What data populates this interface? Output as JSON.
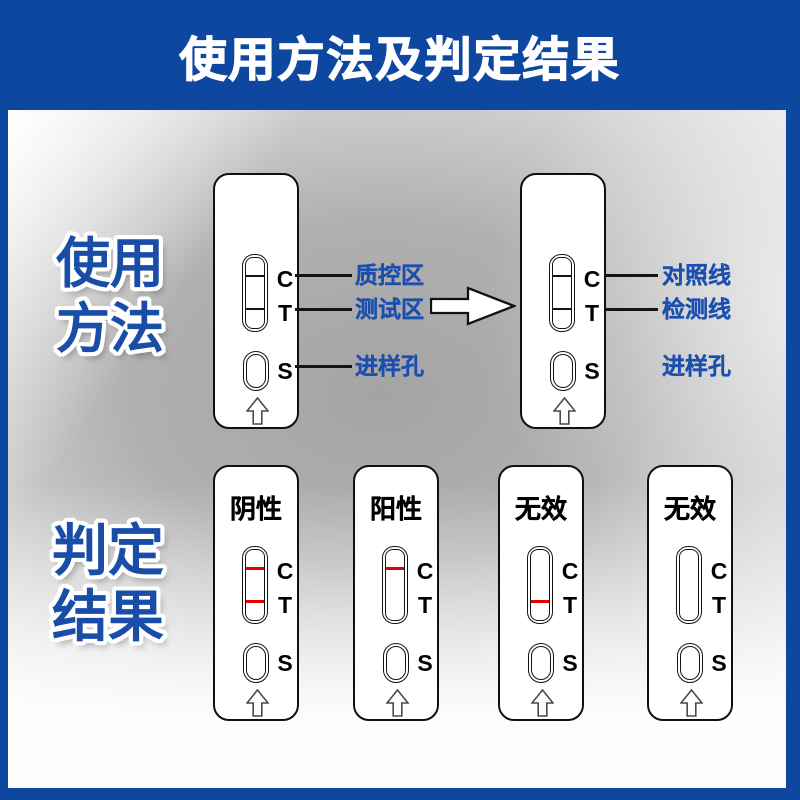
{
  "colors": {
    "frame": "#0e479f",
    "label_blue": "#1c4fae",
    "side_blue": "#1a4da8",
    "red": "#e60000"
  },
  "header": {
    "title": "使用方法及判定结果"
  },
  "usage": {
    "side_lines": [
      "使用",
      "方法"
    ],
    "letters": {
      "c": "C",
      "t": "T",
      "s": "S"
    },
    "annotations_left": {
      "c": "质控区",
      "t": "测试区",
      "s": "进样孔"
    },
    "annotations_right": {
      "c": "对照线",
      "t": "检测线",
      "s": "进样孔"
    }
  },
  "results": {
    "side_lines": [
      "判定",
      "结果"
    ],
    "cassettes": [
      {
        "title": "阴性",
        "lines": "CT"
      },
      {
        "title": "阳性",
        "lines": "C"
      },
      {
        "title": "无效",
        "lines": "T"
      },
      {
        "title": "无效",
        "lines": ""
      }
    ]
  }
}
